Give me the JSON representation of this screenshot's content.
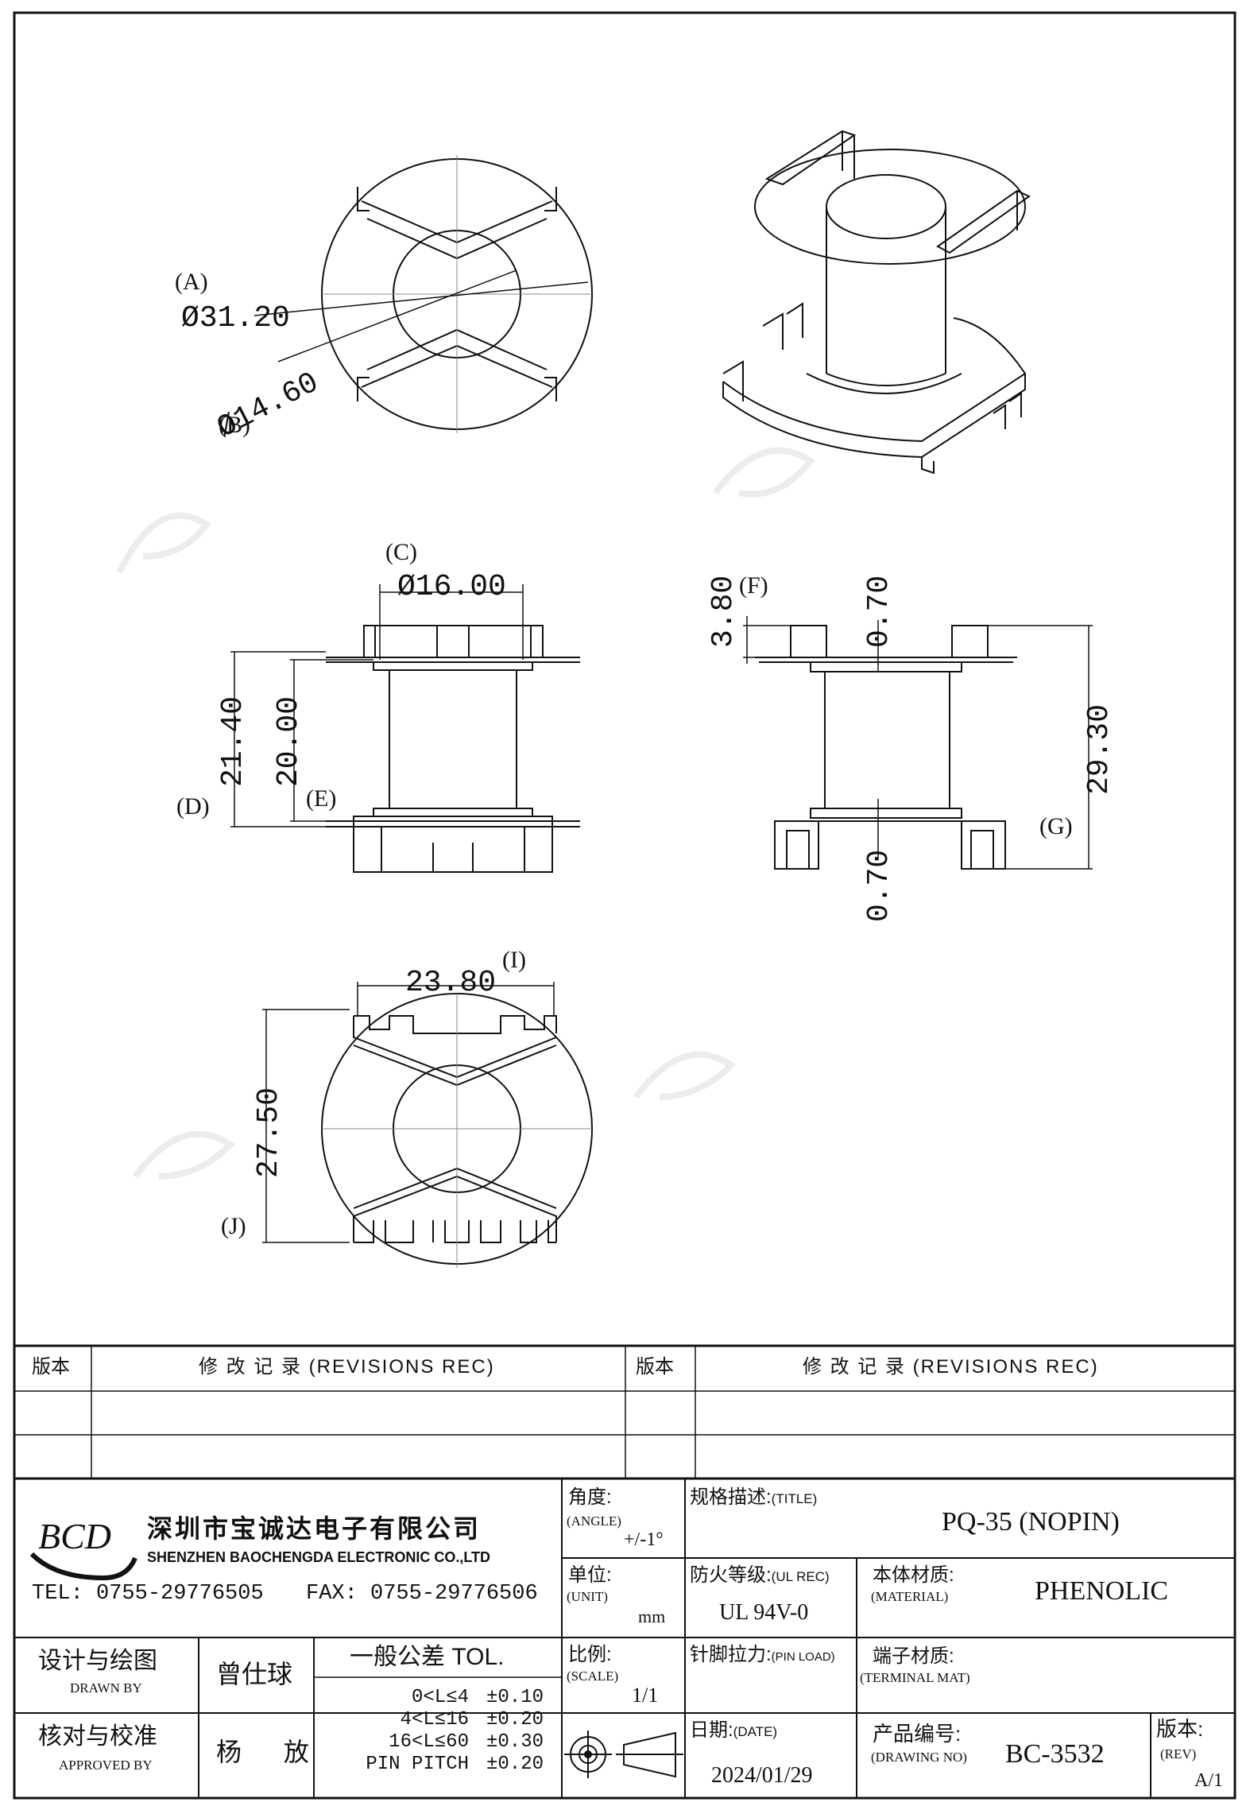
{
  "dimensions": {
    "A": "(A)",
    "A_val": "Ø31.20",
    "B": "(B)",
    "B_val": "Ø14.60",
    "C": "(C)",
    "C_val": "Ø16.00",
    "D": "(D)",
    "D_val": "21.40",
    "E": "(E)",
    "E_val": "20.00",
    "F": "(F)",
    "F_val": "3.80",
    "F_val2": "0.70",
    "G": "(G)",
    "G_val": "29.30",
    "G_val2": "0.70",
    "I": "(I)",
    "I_val": "23.80",
    "J": "(J)",
    "J_val": "27.50"
  },
  "revisions": {
    "col1_header": "版本",
    "col2_header": "修 改 记 录 (REVISIONS REC)",
    "col3_header": "版本",
    "col4_header": "修 改 记 录 (REVISIONS REC)"
  },
  "company": {
    "logo_text": "BCD",
    "name_cn": "深圳市宝诚达电子有限公司",
    "name_en": "SHENZHEN BAOCHENGDA ELECTRONIC CO.,LTD",
    "tel": "TEL: 0755-29776505",
    "fax": "FAX: 0755-29776506"
  },
  "title_block": {
    "angle_label": "角度:",
    "angle_label_en": "(ANGLE)",
    "angle_val": "+/-1°",
    "title_label": "规格描述:",
    "title_label_en": "(TITLE)",
    "title_val": "PQ-35 (NOPIN)",
    "unit_label": "单位:",
    "unit_label_en": "(UNIT)",
    "unit_val": "mm",
    "ul_label": "防火等级:",
    "ul_label_en": "(UL REC)",
    "ul_val": "UL 94V-0",
    "material_label": "本体材质:",
    "material_label_en": "(MATERIAL)",
    "material_val": "PHENOLIC",
    "drawn_label": "设计与绘图",
    "drawn_label_en": "DRAWN BY",
    "drawn_val": "曾仕球",
    "tol_label": "一般公差 TOL.",
    "tol_rows": [
      {
        "range": "0<L≤4",
        "val": "±0.10"
      },
      {
        "range": "4<L≤16",
        "val": "±0.20"
      },
      {
        "range": "16<L≤60",
        "val": "±0.30"
      },
      {
        "range": "PIN PITCH",
        "val": "±0.20"
      }
    ],
    "scale_label": "比例:",
    "scale_label_en": "(SCALE)",
    "scale_val": "1/1",
    "pin_label": "针脚拉力:",
    "pin_label_en": "(PIN LOAD)",
    "terminal_label": "端子材质:",
    "terminal_label_en": "(TERMINAL MAT)",
    "approved_label": "核对与校准",
    "approved_label_en": "APPROVED BY",
    "approved_val": "杨 放",
    "date_label": "日期:",
    "date_label_en": "(DATE)",
    "date_val": "2024/01/29",
    "drawing_label": "产品编号:",
    "drawing_label_en": "(DRAWING NO)",
    "drawing_val": "BC-3532",
    "rev_label": "版本:",
    "rev_label_en": "(REV)",
    "rev_val": "A/1"
  }
}
